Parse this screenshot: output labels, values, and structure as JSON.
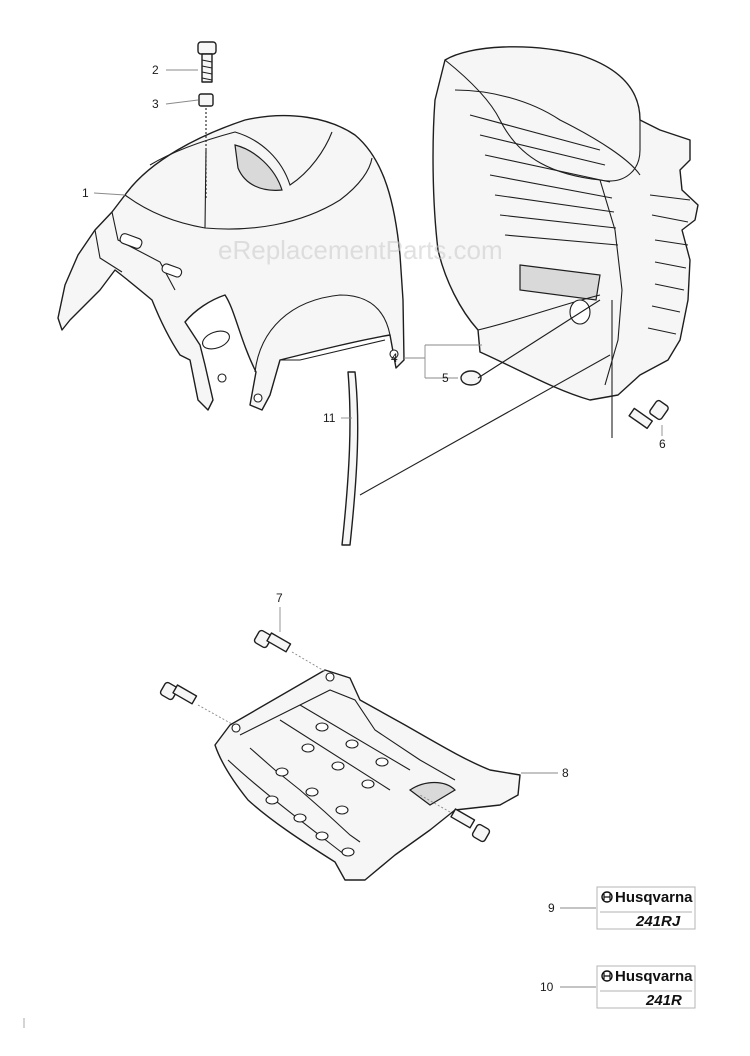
{
  "watermark": "eReplacementParts.com",
  "callouts": [
    {
      "id": "1",
      "label": "1"
    },
    {
      "id": "2",
      "label": "2"
    },
    {
      "id": "3",
      "label": "3"
    },
    {
      "id": "4",
      "label": "4"
    },
    {
      "id": "5",
      "label": "5"
    },
    {
      "id": "6",
      "label": "6"
    },
    {
      "id": "7",
      "label": "7"
    },
    {
      "id": "8",
      "label": "8"
    },
    {
      "id": "9",
      "label": "9"
    },
    {
      "id": "10",
      "label": "10"
    },
    {
      "id": "11",
      "label": "11"
    }
  ],
  "decals": [
    {
      "brand": "Husqvarna",
      "model": "241RJ"
    },
    {
      "brand": "Husqvarna",
      "model": "241R"
    }
  ]
}
